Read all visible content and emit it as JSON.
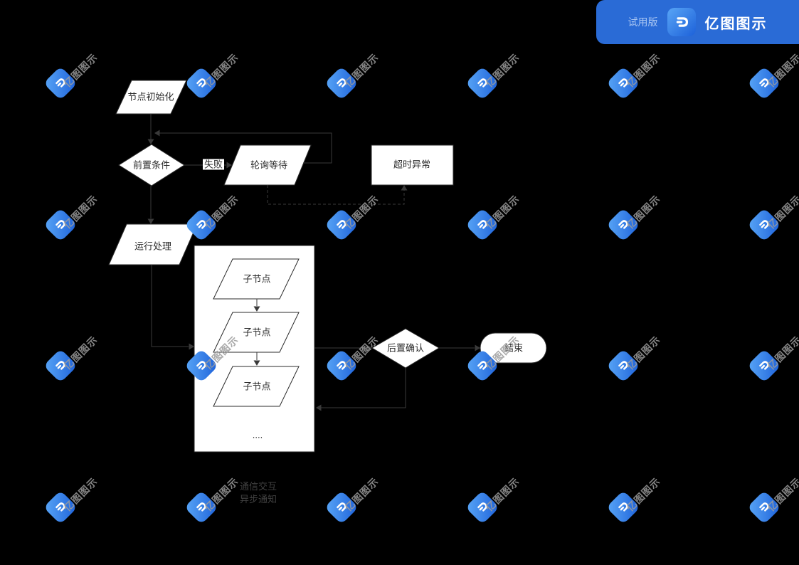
{
  "banner": {
    "trial_label": "试用版",
    "brand": "亿图图示",
    "bg_color": "#2a6bd6",
    "trial_text_color": "#a9c6f2"
  },
  "watermark": {
    "text": "亿图图示",
    "grid_cols": [
      85,
      283,
      480,
      678,
      876,
      1074
    ],
    "grid_rows": [
      117,
      316,
      514,
      713
    ]
  },
  "diagram": {
    "type": "flowchart",
    "colors": {
      "background": "#000000",
      "shape_fill": "#ffffff",
      "shape_stroke": "#2b2b2b",
      "connector": "#3a3a3a",
      "label_text": "#2b2b2b",
      "legend_text": "#414141"
    },
    "labels": {
      "init": "节点初始化",
      "precond": "前置条件",
      "fail": "失败",
      "poll": "轮询等待",
      "timeout": "超时异常",
      "run": "运行处理",
      "child": "子节点",
      "more": "....",
      "confirm": "后置确认",
      "end": "结束",
      "legend1": "通信交互",
      "legend2": "异步通知"
    },
    "nodes": [
      {
        "id": "init",
        "label": "节点初始化",
        "type": "parallelogram"
      },
      {
        "id": "precond",
        "label": "前置条件",
        "type": "decision-diamond"
      },
      {
        "id": "poll",
        "label": "轮询等待",
        "type": "parallelogram"
      },
      {
        "id": "timeout",
        "label": "超时异常",
        "type": "rectangle"
      },
      {
        "id": "run",
        "label": "运行处理",
        "type": "parallelogram"
      },
      {
        "id": "children-container",
        "label": "",
        "type": "container"
      },
      {
        "id": "child1",
        "label": "子节点",
        "type": "parallelogram"
      },
      {
        "id": "child2",
        "label": "子节点",
        "type": "parallelogram"
      },
      {
        "id": "child3",
        "label": "子节点",
        "type": "parallelogram"
      },
      {
        "id": "more",
        "label": "....",
        "type": "text"
      },
      {
        "id": "confirm",
        "label": "后置确认",
        "type": "decision-diamond"
      },
      {
        "id": "end",
        "label": "结束",
        "type": "terminator"
      }
    ],
    "edges": [
      {
        "from": "init",
        "to": "precond"
      },
      {
        "from": "precond",
        "to": "poll",
        "label": "失败"
      },
      {
        "from": "poll",
        "to": "precond-inflow",
        "style": "solid-loop"
      },
      {
        "from": "poll",
        "to": "timeout",
        "style": "dashed"
      },
      {
        "from": "precond",
        "to": "run"
      },
      {
        "from": "run",
        "to": "children-container"
      },
      {
        "from": "child1",
        "to": "child2"
      },
      {
        "from": "child2",
        "to": "child3"
      },
      {
        "from": "children-container",
        "to": "confirm"
      },
      {
        "from": "confirm",
        "to": "end"
      },
      {
        "from": "confirm",
        "to": "children-container",
        "style": "loop-back"
      }
    ],
    "legend": [
      "通信交互",
      "异步通知"
    ]
  }
}
